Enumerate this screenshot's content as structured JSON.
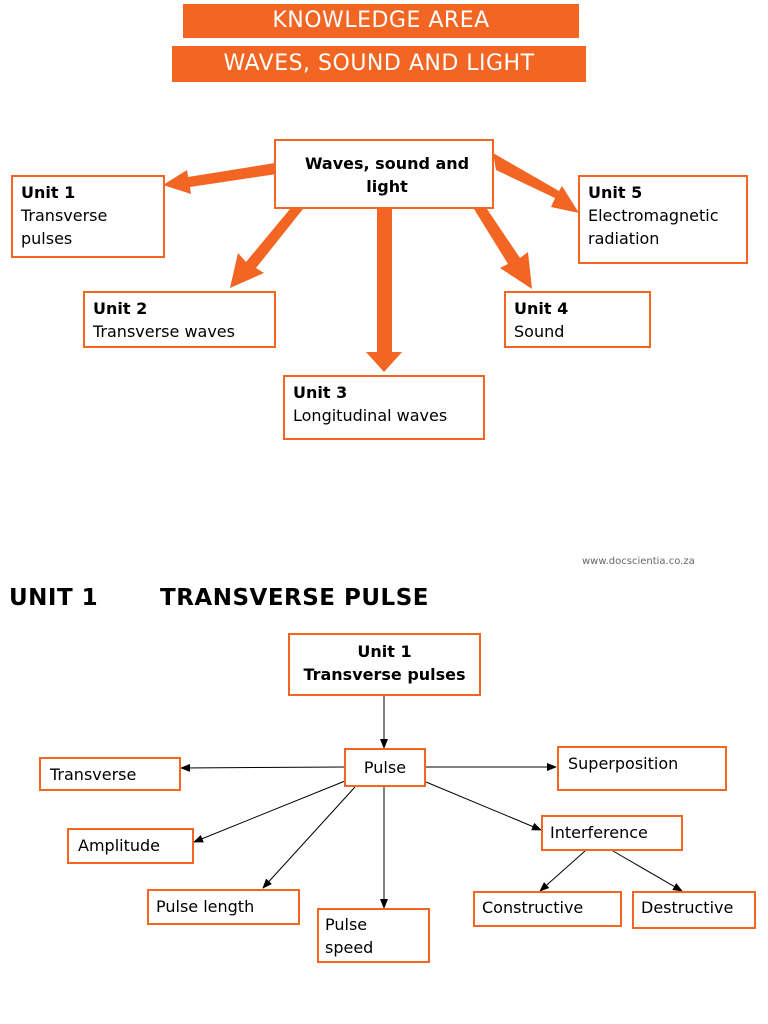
{
  "header": {
    "knowledge_area": "KNOWLEDGE AREA",
    "topic": "WAVES, SOUND AND LIGHT"
  },
  "overview": {
    "center": "Waves, sound and light",
    "units": [
      {
        "number": "Unit 1",
        "name": "Transverse pulses"
      },
      {
        "number": "Unit 2",
        "name": "Transverse waves"
      },
      {
        "number": "Unit 3",
        "name": "Longitudinal waves"
      },
      {
        "number": "Unit 4",
        "name": "Sound"
      },
      {
        "number": "Unit 5",
        "name": "Electromagnetic radiation"
      }
    ],
    "arrow_color": "#f26522"
  },
  "credit": "www.docscientia.co.za",
  "unit1_section": {
    "unit": "UNIT 1",
    "title": "TRANSVERSE PULSE",
    "root_line1": "Unit 1",
    "root_line2": "Transverse pulses",
    "hub": "Pulse",
    "nodes": {
      "transverse": "Transverse",
      "amplitude": "Amplitude",
      "pulse_length": "Pulse length",
      "pulse_speed_line1": "Pulse",
      "pulse_speed_line2": "speed",
      "superposition": "Superposition",
      "interference": "Interference",
      "constructive": "Constructive",
      "destructive": "Destructive"
    }
  },
  "colors": {
    "accent": "#f26522",
    "banner_text": "#ffffff"
  }
}
